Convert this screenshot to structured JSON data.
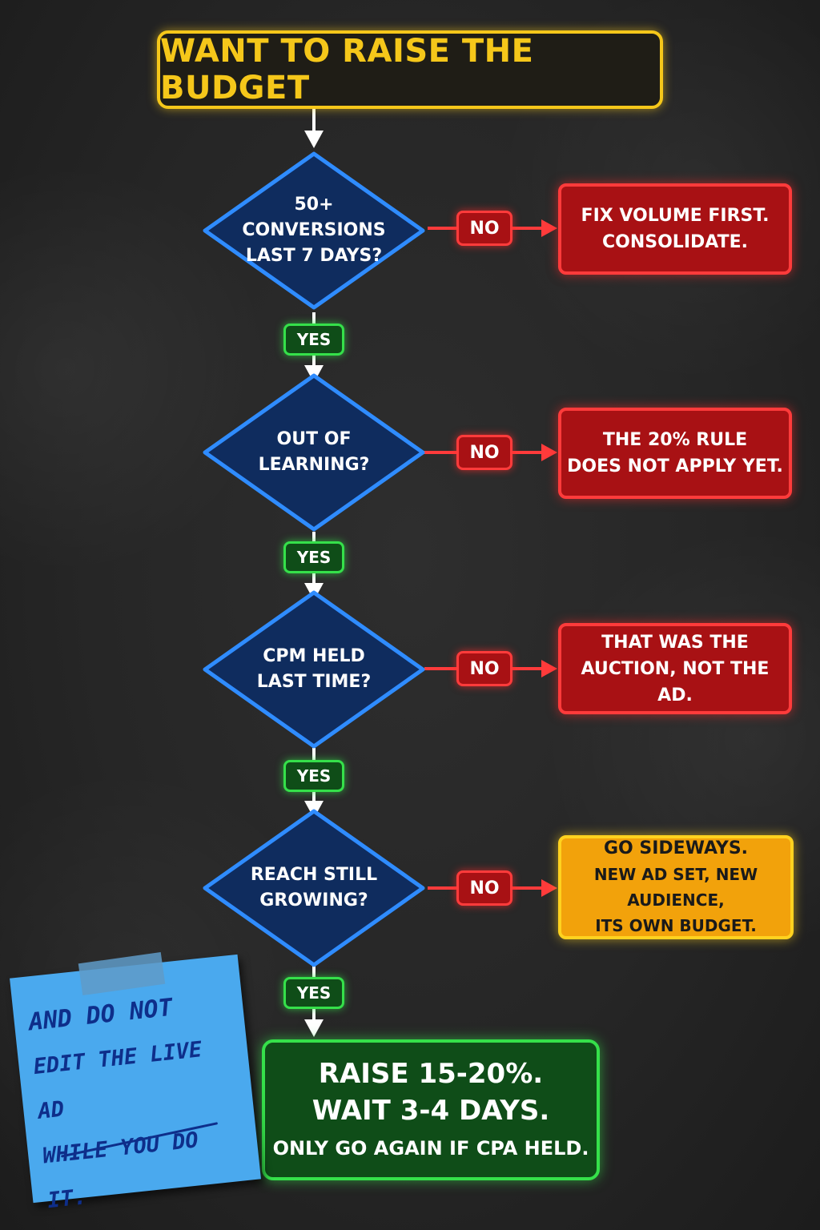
{
  "title": "WANT TO RAISE THE BUDGET",
  "decisions": [
    {
      "lines": [
        "50+",
        "CONVERSIONS",
        "LAST 7 DAYS?"
      ],
      "yes": "YES",
      "no": "NO",
      "outcome": [
        "FIX VOLUME FIRST.",
        "CONSOLIDATE."
      ]
    },
    {
      "lines": [
        "OUT OF",
        "LEARNING?"
      ],
      "yes": "YES",
      "no": "NO",
      "outcome": [
        "THE 20% RULE",
        "DOES NOT APPLY YET."
      ]
    },
    {
      "lines": [
        "CPM HELD",
        "LAST TIME?"
      ],
      "yes": "YES",
      "no": "NO",
      "outcome": [
        "THAT WAS THE",
        "AUCTION, NOT THE AD."
      ]
    },
    {
      "lines": [
        "REACH STILL",
        "GROWING?"
      ],
      "yes": "YES",
      "no": "NO",
      "outcome": [
        "GO SIDEWAYS.",
        "NEW AD SET, NEW AUDIENCE,",
        "ITS OWN BUDGET."
      ]
    }
  ],
  "final": [
    "RAISE 15-20%.",
    "WAIT 3-4 DAYS.",
    "ONLY GO AGAIN IF CPA HELD."
  ],
  "note": [
    "AND DO NOT",
    "EDIT THE LIVE AD",
    "WHILE YOU DO IT."
  ],
  "colors": {
    "title": "#f5c71a",
    "decision_fill": "#0f2c5e",
    "decision_stroke": "#2f8cff",
    "no": "#ff3b3b",
    "yes": "#35e04a",
    "sideways": "#f2a20b",
    "note": "#4aa9ee"
  }
}
